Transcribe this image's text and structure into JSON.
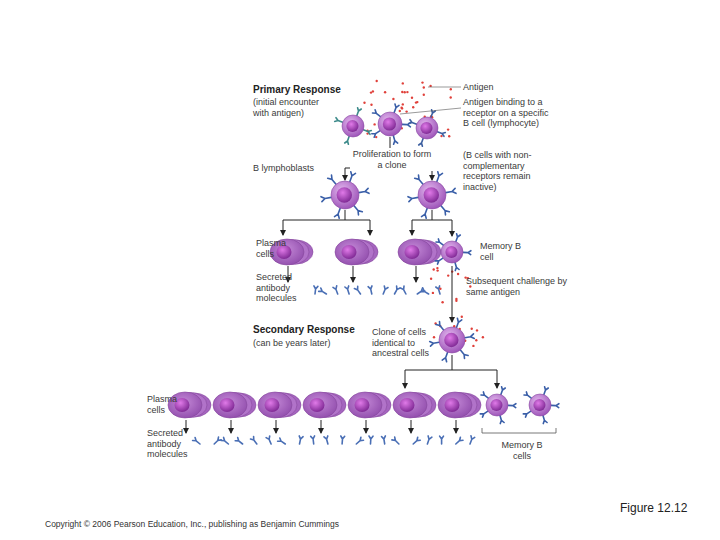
{
  "diagram": {
    "caption": "Figure 12.12",
    "labels": [
      "Primary Response",
      "(initial encounter with antigen)",
      "Antigen",
      "Antigen binding to a receptor on a specific B cell (lymphocyte)",
      "(B cells with non-complementary receptors remain inactive)",
      "Proliferation to form a clone",
      "B lymphoblasts",
      "Plasma cells",
      "Secreted antibody molecules",
      "Memory B cell",
      "Subsequent challenge by same antigen",
      "Secondary Response",
      "(can be years later)",
      "Clone of cells identical to ancestral cells",
      "Plasma cells",
      "Secreted antibody molecules",
      "Memory B cells",
      "Copyright © 2006 Pearson Education, Inc., publishing as Benjamin Cummings"
    ]
  }
}
